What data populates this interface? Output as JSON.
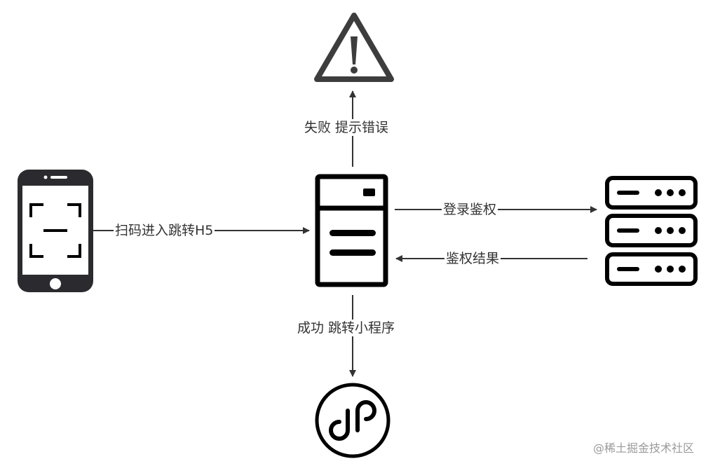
{
  "edges": {
    "scan": "扫码进入跳转H5",
    "fail": "失败 提示错误",
    "login": "登录鉴权",
    "result": "鉴权结果",
    "success": "成功 跳转小程序"
  },
  "watermark": "@稀土掘金技术社区",
  "colors": {
    "line": "#333333",
    "icon": "#000000",
    "phone": "#2b2b2f",
    "warning": "#3d3d3d"
  }
}
